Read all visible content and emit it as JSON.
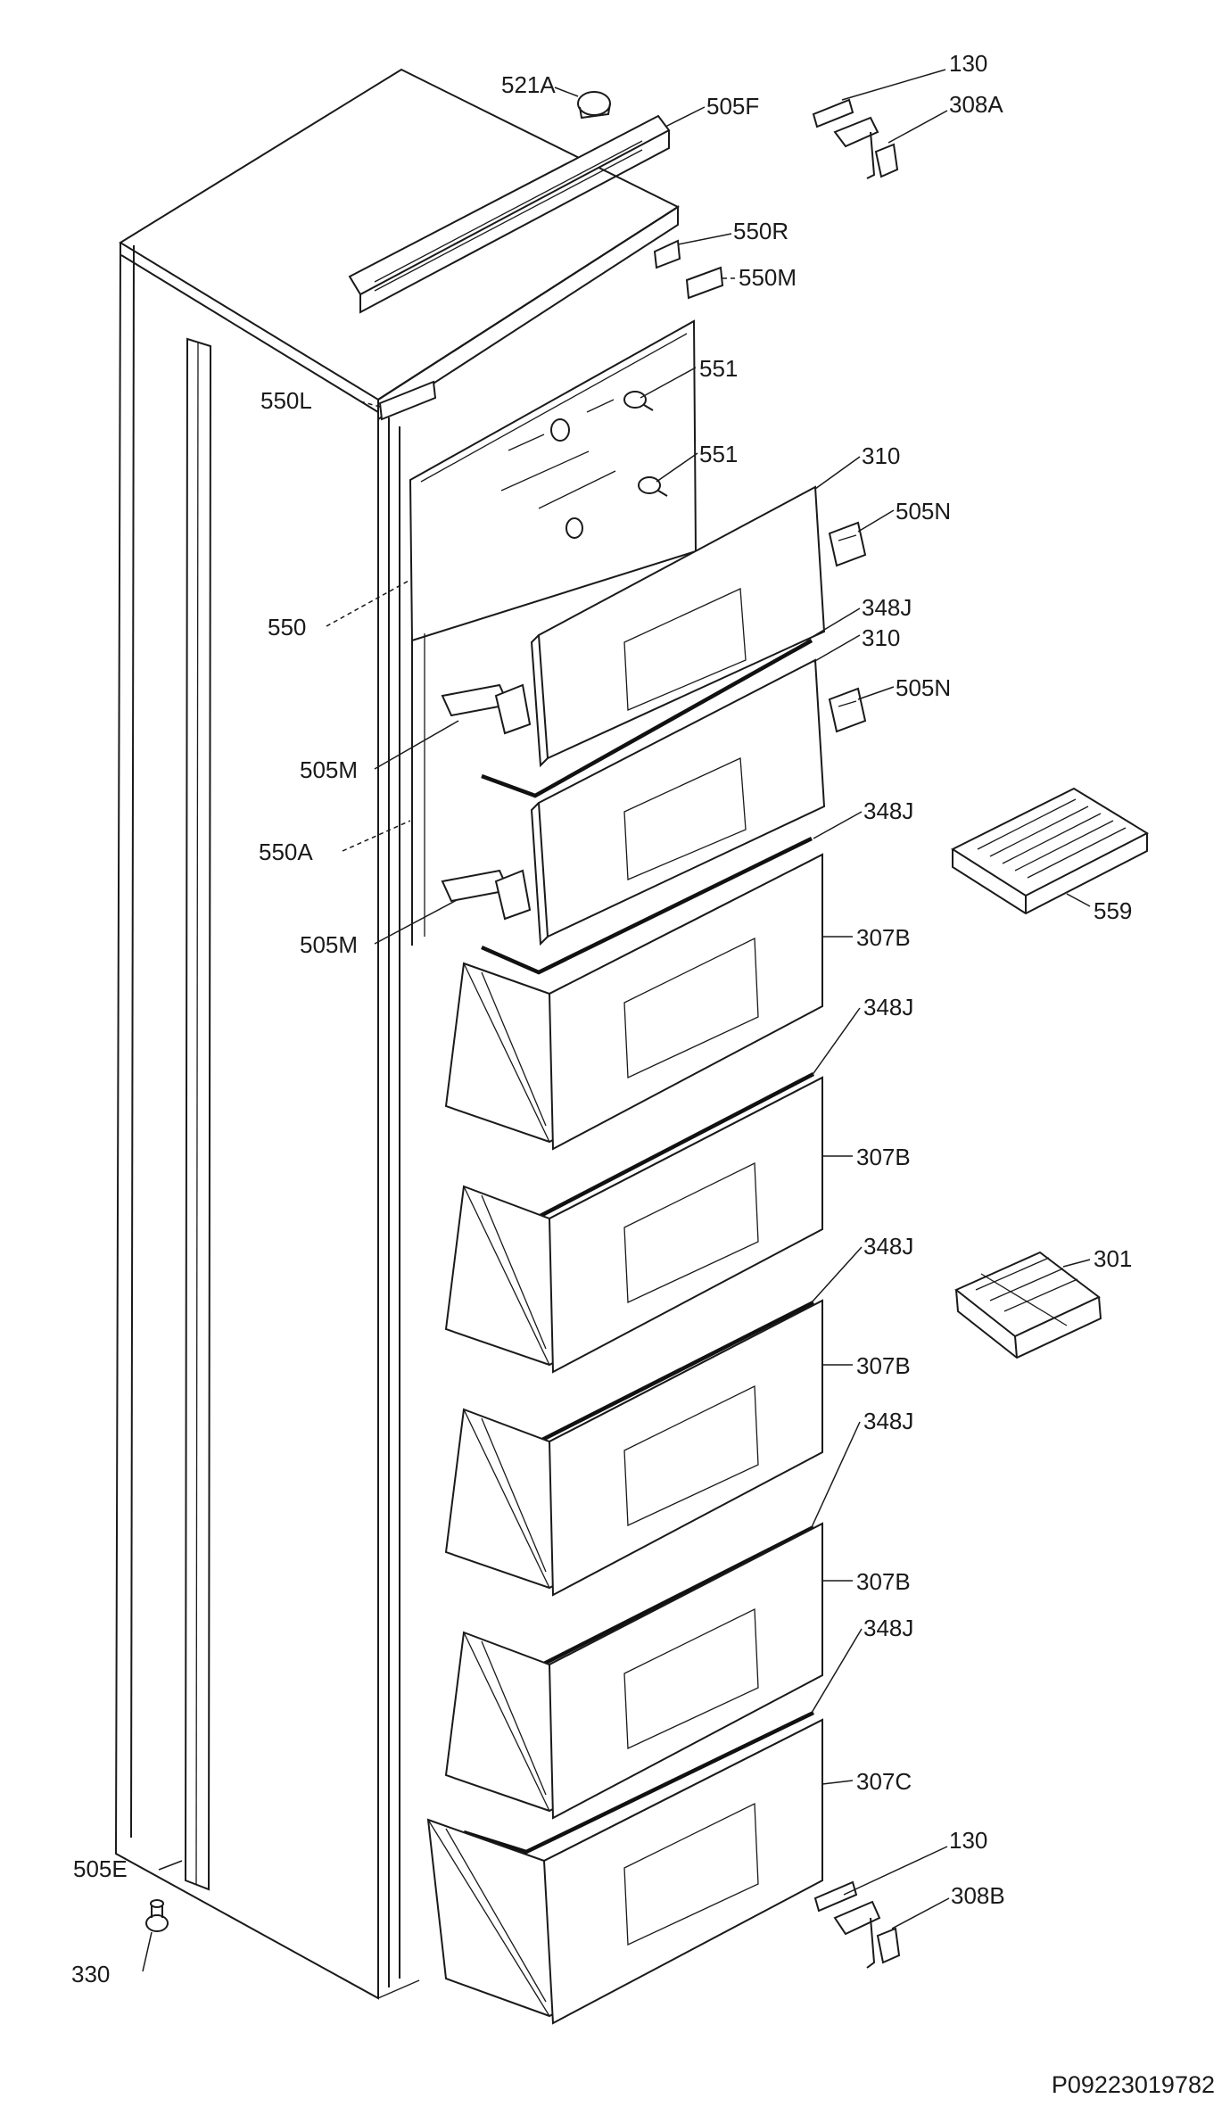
{
  "callouts": {
    "c521A": "521A",
    "c505F": "505F",
    "c130_top": "130",
    "c308A": "308A",
    "c550R": "550R",
    "c550M": "550M",
    "c550L": "550L",
    "c551_1": "551",
    "c551_2": "551",
    "c310_1": "310",
    "c505N_1": "505N",
    "c550": "550",
    "c348J_1": "348J",
    "c310_2": "310",
    "c505N_2": "505N",
    "c505M_1": "505M",
    "c550A": "550A",
    "c348J_2": "348J",
    "c505M_2": "505M",
    "c559": "559",
    "c307B_1": "307B",
    "c348J_3": "348J",
    "c307B_2": "307B",
    "c348J_4": "348J",
    "c301": "301",
    "c307B_3": "307B",
    "c348J_5": "348J",
    "c307B_4": "307B",
    "c348J_6": "348J",
    "c307C": "307C",
    "c130_bottom": "130",
    "c308B": "308B",
    "c505E": "505E",
    "c330": "330"
  },
  "diagram_code": "P09223019782"
}
